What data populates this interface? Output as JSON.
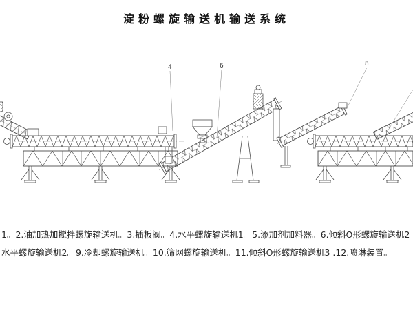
{
  "header": {
    "title": "淀粉螺旋输送机输送系统"
  },
  "caption": {
    "line1": "1。2.油加热加搅拌螺旋输送机。3.插板阀。4.水平螺旋输送机1。5.添加剂加料器。6.倾斜O形螺旋输送机2",
    "line2": "水平螺旋输送机2。9.冷却螺旋输送机。10.筛网螺旋输送机。11.倾斜O形螺旋输送机3 .12.喷淋装置。"
  },
  "callouts": [
    {
      "label": "4"
    },
    {
      "label": "6"
    },
    {
      "label": "8"
    }
  ],
  "colors": {
    "line": "#4d4d4d",
    "text": "#262626",
    "background": "#ffffff"
  }
}
